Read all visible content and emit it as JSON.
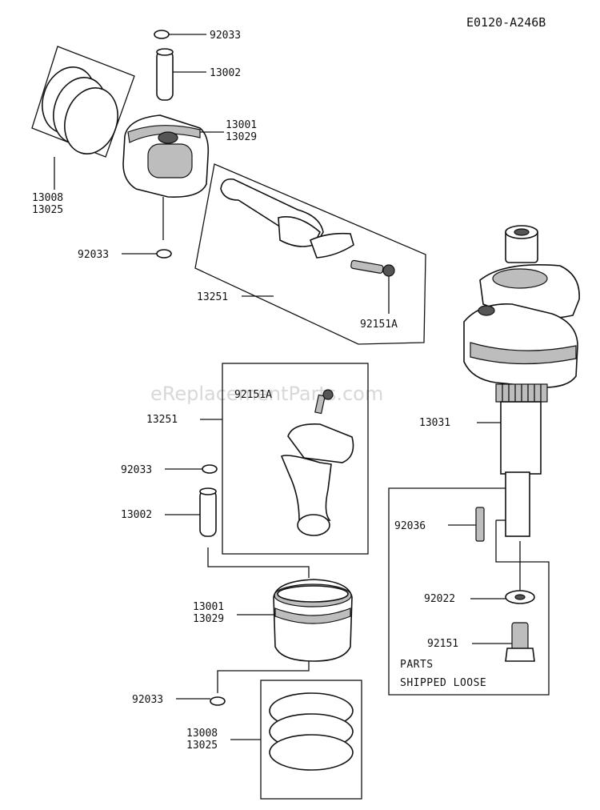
{
  "diagram_code": "E0120-A246B",
  "watermark": "eReplacementParts.com",
  "note": {
    "line1": "PARTS",
    "line2": "SHIPPED LOOSE"
  },
  "labels": {
    "snap_ring_top_a": "92033",
    "pin_top": "13002",
    "piston_top_1": "13001",
    "piston_top_2": "13029",
    "rings_top_1": "13008",
    "rings_top_2": "13025",
    "snap_ring_top_b": "92033",
    "rod_top": "13251",
    "rod_bolt_top": "92151A",
    "rod_bolt_bottom": "92151A",
    "rod_bottom": "13251",
    "snap_ring_bottom_a": "92033",
    "pin_bottom": "13002",
    "piston_bottom_1": "13001",
    "piston_bottom_2": "13029",
    "snap_ring_bottom_b": "92033",
    "rings_bottom_1": "13008",
    "rings_bottom_2": "13025",
    "crankshaft": "13031",
    "key": "92036",
    "washer": "92022",
    "bolt": "92151"
  }
}
